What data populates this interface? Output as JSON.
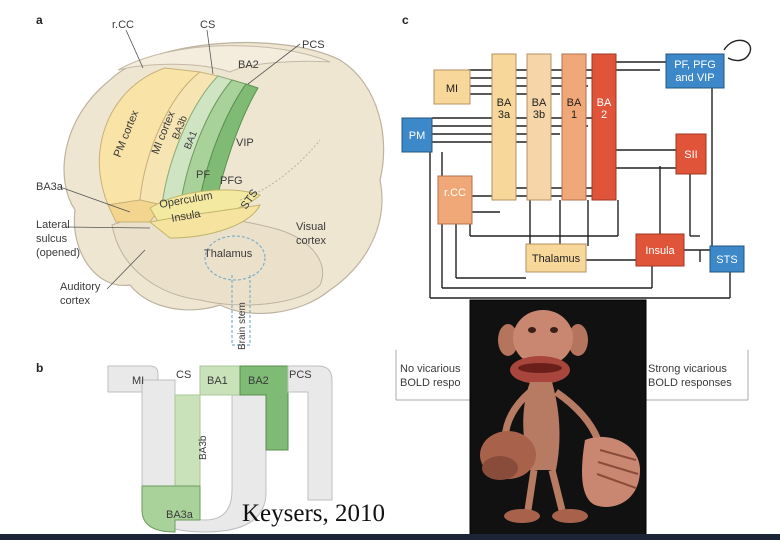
{
  "panel_a": {
    "letter": "a",
    "labels": {
      "rcc": "r.CC",
      "cs": "CS",
      "pcs": "PCS",
      "ba2": "BA2",
      "pm": "PM cortex",
      "mi": "MI cortex",
      "ba3b": "BA3b",
      "ba1": "BA1",
      "vip": "VIP",
      "pf": "PF",
      "pfg": "PFG",
      "ba3a": "BA3a",
      "operculum": "Operculum",
      "insula": "Insula",
      "sts": "STS",
      "lateral1": "Lateral",
      "lateral2": "sulcus",
      "lateral3": "(opened)",
      "visual1": "Visual",
      "visual2": "cortex",
      "thalamus": "Thalamus",
      "auditory1": "Auditory",
      "auditory2": "cortex",
      "brainstem": "Brain stem"
    }
  },
  "panel_b": {
    "letter": "b",
    "labels": {
      "mi": "MI",
      "cs": "CS",
      "ba1": "BA1",
      "ba2": "BA2",
      "pcs": "PCS",
      "ba3b": "BA3b",
      "ba3a": "BA3a"
    }
  },
  "panel_c": {
    "letter": "c",
    "boxes": {
      "mi": "MI",
      "pm": "PM",
      "rcc": "r.CC",
      "ba3a_1": "BA",
      "ba3a_2": "3a",
      "ba3b_1": "BA",
      "ba3b_2": "3b",
      "ba1_1": "BA",
      "ba1_2": "1",
      "ba2_1": "BA",
      "ba2_2": "2",
      "pf_1": "PF, PFG",
      "pf_2": "and VIP",
      "sii": "SII",
      "thalamus": "Thalamus",
      "insula": "Insula",
      "sts": "STS"
    },
    "colors": {
      "pale": "#f7d79a",
      "orange": "#f0a878",
      "red": "#e0553a",
      "blue": "#3c88c8"
    }
  },
  "legend": {
    "left1": "No vicarious",
    "left2": "BOLD respo",
    "right1": "Strong vicarious",
    "right2": "BOLD responses"
  },
  "citation": "Keysers, 2010"
}
